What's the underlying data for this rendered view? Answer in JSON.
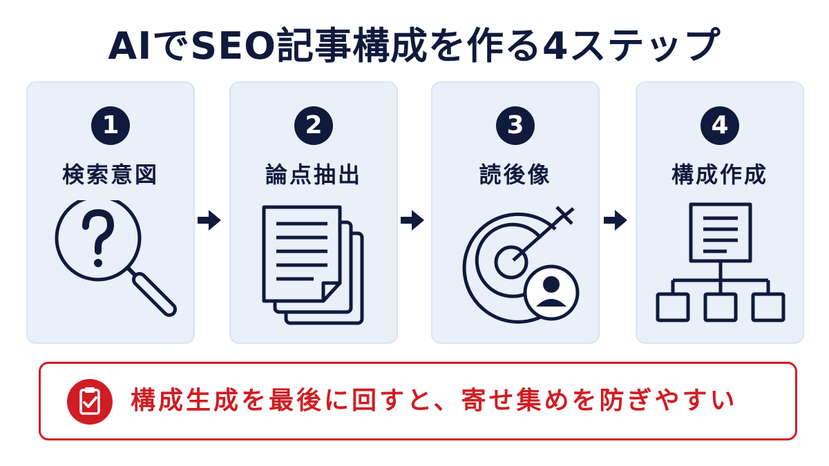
{
  "title": "AIでSEO記事構成を作る4ステップ",
  "steps": [
    {
      "number": "1",
      "label": "検索意図",
      "icon": "magnifier-question-icon"
    },
    {
      "number": "2",
      "label": "論点抽出",
      "icon": "documents-stack-icon"
    },
    {
      "number": "3",
      "label": "読後像",
      "icon": "target-person-icon"
    },
    {
      "number": "4",
      "label": "構成作成",
      "icon": "document-hierarchy-icon"
    }
  ],
  "note": {
    "text": "構成生成を最後に回すと、寄せ集めを防ぎやすい",
    "icon": "clipboard-check-icon"
  },
  "colors": {
    "navy": "#0f1a3c",
    "card_bg": "#e9f0fa",
    "card_border": "#d8e3f3",
    "accent_red": "#d01c22"
  }
}
